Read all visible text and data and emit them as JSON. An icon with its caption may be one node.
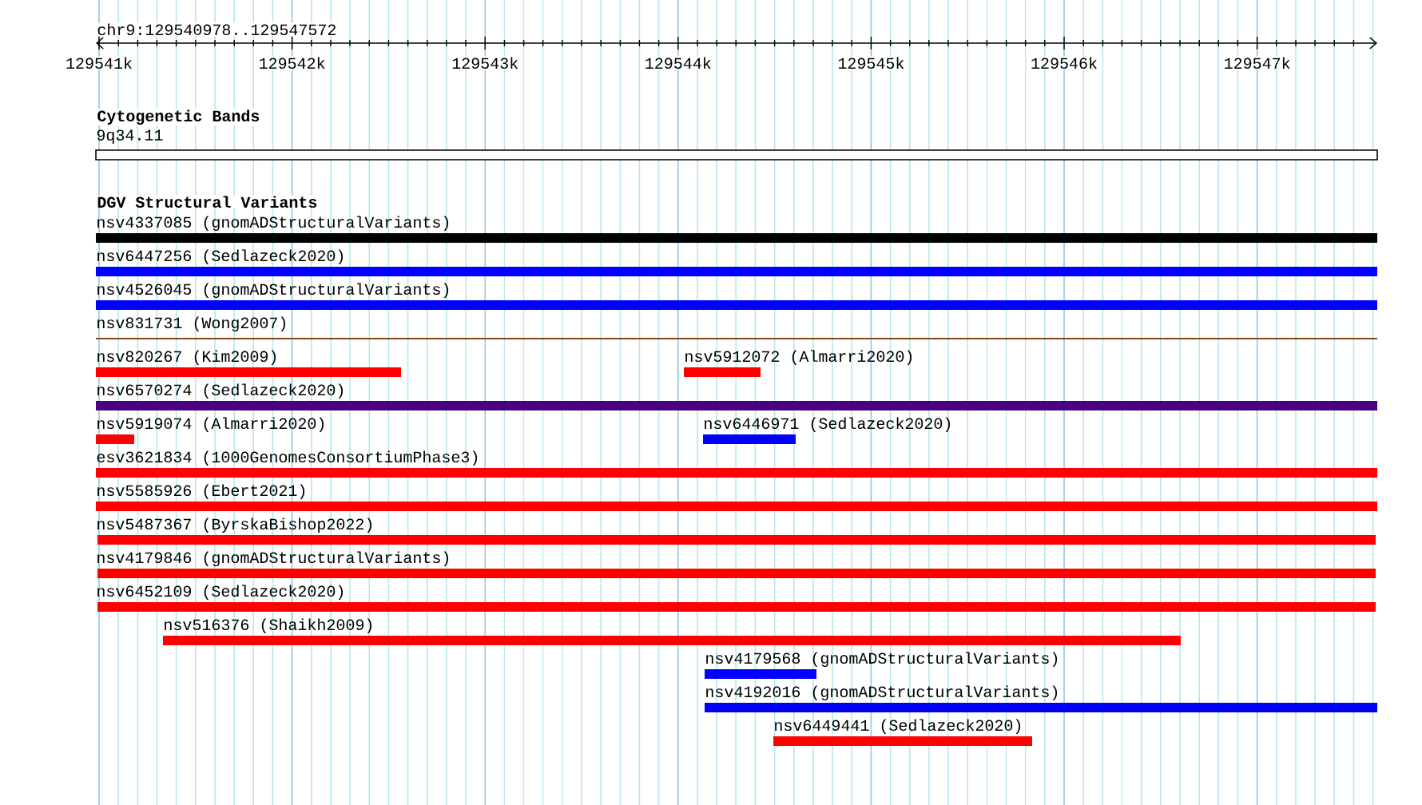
{
  "diagram": {
    "nodes": [
      {
        "text": [
          "9q34.11"
        ]
      },
      {
        "text": [
          "nsv4337085 (gnomADStructuralVariants)"
        ]
      },
      {
        "text": [
          "nsv6447256 (Sedlazeck2020)"
        ]
      },
      {
        "text": [
          "nsv4526045 (gnomADStructuralVariants)"
        ]
      },
      {
        "text": [
          "nsv831731 (Wong2007)"
        ]
      },
      {
        "text": [
          "nsv820267 (Kim2009)"
        ]
      },
      {
        "text": [
          "nsv5912072 (Almarri2020)"
        ]
      },
      {
        "text": [
          "nsv6570274 (Sedlazeck2020)"
        ]
      },
      {
        "text": [
          "nsv5919074 (Almarri2020)"
        ]
      },
      {
        "text": [
          "nsv6446971 (Sedlazeck2020)"
        ]
      },
      {
        "text": [
          "esv3621834 (1000GenomesConsortiumPhase3)"
        ]
      },
      {
        "text": [
          "nsv5585926 (Ebert2021)"
        ]
      },
      {
        "text": [
          "nsv5487367 (ByrskaBishop2022)"
        ]
      },
      {
        "text": [
          "nsv4179846 (gnomADStructuralVariants)"
        ]
      },
      {
        "text": [
          "nsv6452109 (Sedlazeck2020)"
        ]
      },
      {
        "text": [
          "nsv516376 (Shaikh2009)"
        ]
      },
      {
        "text": [
          "nsv4179568 (gnomADStructuralVariants)"
        ]
      },
      {
        "text": [
          "nsv4192016 (gnomADStructuralVariants)"
        ]
      },
      {
        "text": [
          "nsv6449441 (Sedlazeck2020)"
        ]
      }
    ],
    "labels": [
      "chr9:129540978..129547572",
      "129541k",
      "129542k",
      "129543k",
      "129544k",
      "129545k",
      "129546k",
      "129547k",
      "Cytogenetic Bands",
      "DGV Structural Variants"
    ]
  }
}
